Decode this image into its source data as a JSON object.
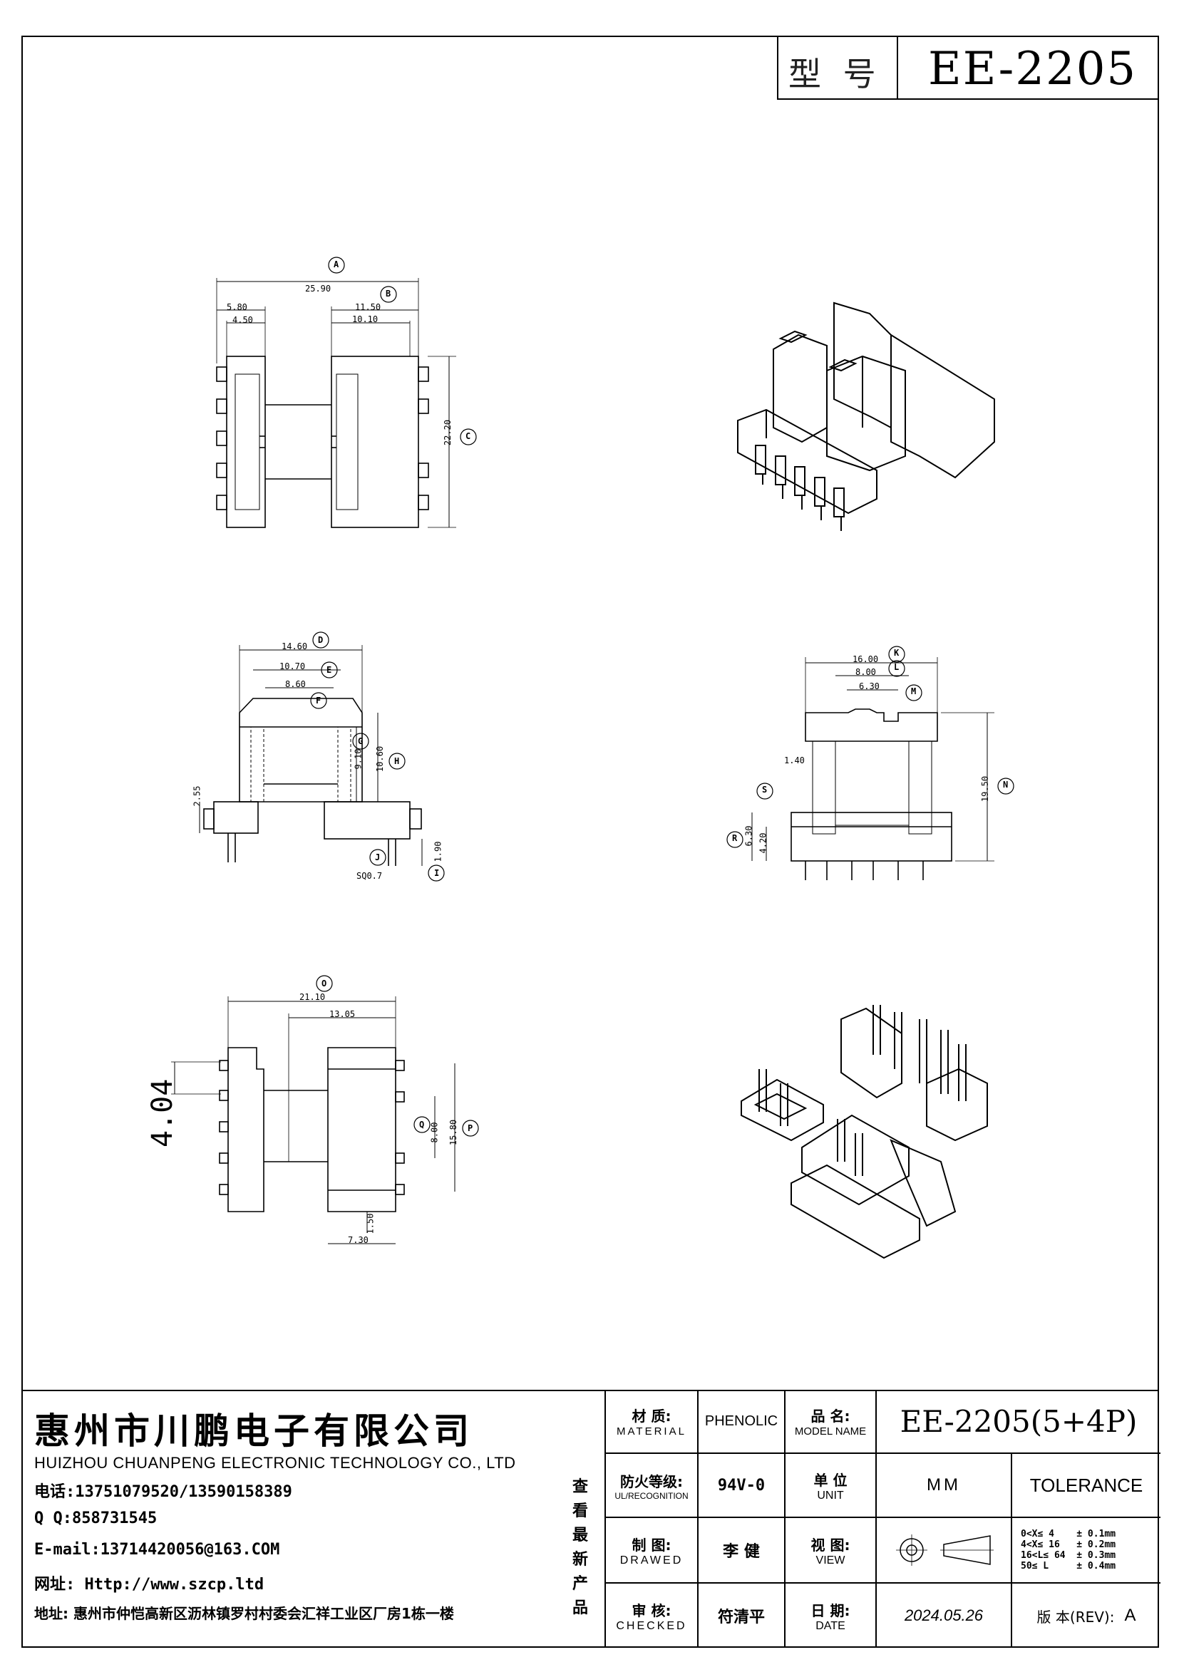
{
  "title_block": {
    "model_label": "型 号",
    "model_value": "EE-2205"
  },
  "views": {
    "top": {
      "dims": {
        "A": "25.90",
        "B_outer": "11.50",
        "B_inner": "10.10",
        "left_outer": "5.80",
        "left_inner": "4.50",
        "C": "22.20"
      },
      "letters": [
        "A",
        "B",
        "C"
      ]
    },
    "side": {
      "dims": {
        "D": "14.60",
        "E": "10.70",
        "F": "8.60",
        "G": "9.10",
        "H": "10.60",
        "left_h": "2.55",
        "I": "1.90",
        "J": "SQ0.7"
      },
      "letters": [
        "D",
        "E",
        "F",
        "G",
        "H",
        "I",
        "J"
      ]
    },
    "front": {
      "dims": {
        "K": "16.00",
        "L": "8.00",
        "M": "6.30",
        "N": "19.50",
        "slot": "1.40",
        "R": "6.30",
        "S": "4.20"
      },
      "letters": [
        "K",
        "L",
        "M",
        "N",
        "R",
        "S"
      ]
    },
    "bottom": {
      "dims": {
        "O": "21.10",
        "inner": "13.05",
        "P": "15.80",
        "Q": "8.00",
        "pitch": "4.04",
        "small": "1.50",
        "base": "7.30"
      },
      "letters": [
        "O",
        "P",
        "Q"
      ]
    }
  },
  "company": {
    "name_cn": "惠州市川鹏电子有限公司",
    "name_en": "HUIZHOU CHUANPENG ELECTRONIC TECHNOLOGY CO., LTD",
    "phone": "电话:13751079520/13590158389",
    "qq": "Q Q:858731545",
    "email": "E-mail:13714420056@163.COM",
    "web": "网址: Http://www.szcp.ltd",
    "address": "地址: 惠州市仲恺高新区沥林镇罗村村委会汇祥工业区厂房1栋一楼",
    "side_note": [
      "查",
      "看",
      "最",
      "新",
      "产",
      "品"
    ]
  },
  "table": {
    "material_label": "材 质:",
    "material_sub": "MATERIAL",
    "material_value": "PHENOLIC",
    "model_label": "品 名:",
    "model_sub": "MODEL NAME",
    "model_value": "EE-2205(5+4P)",
    "ul_label": "防火等级:",
    "ul_sub": "UL/RECOGNITION",
    "ul_value": "94V-0",
    "unit_label": "单 位",
    "unit_sub": "UNIT",
    "unit_value": "MM",
    "tolerance_label": "TOLERANCE",
    "drawed_label": "制 图:",
    "drawed_sub": "DRAWED",
    "drawed_value": "李 健",
    "view_label": "视 图:",
    "view_sub": "VIEW",
    "tolerances": [
      "0<X≤ 4    ± 0.1mm",
      "4<X≤ 16   ± 0.2mm",
      "16<L≤ 64  ± 0.3mm",
      "50≤ L     ± 0.4mm"
    ],
    "checked_label": "审 核:",
    "checked_sub": "CHECKED",
    "checked_value": "符清平",
    "date_label": "日 期:",
    "date_sub": "DATE",
    "date_value": "2024.05.26",
    "rev_label": "版 本(REV):",
    "rev_value": "A"
  }
}
